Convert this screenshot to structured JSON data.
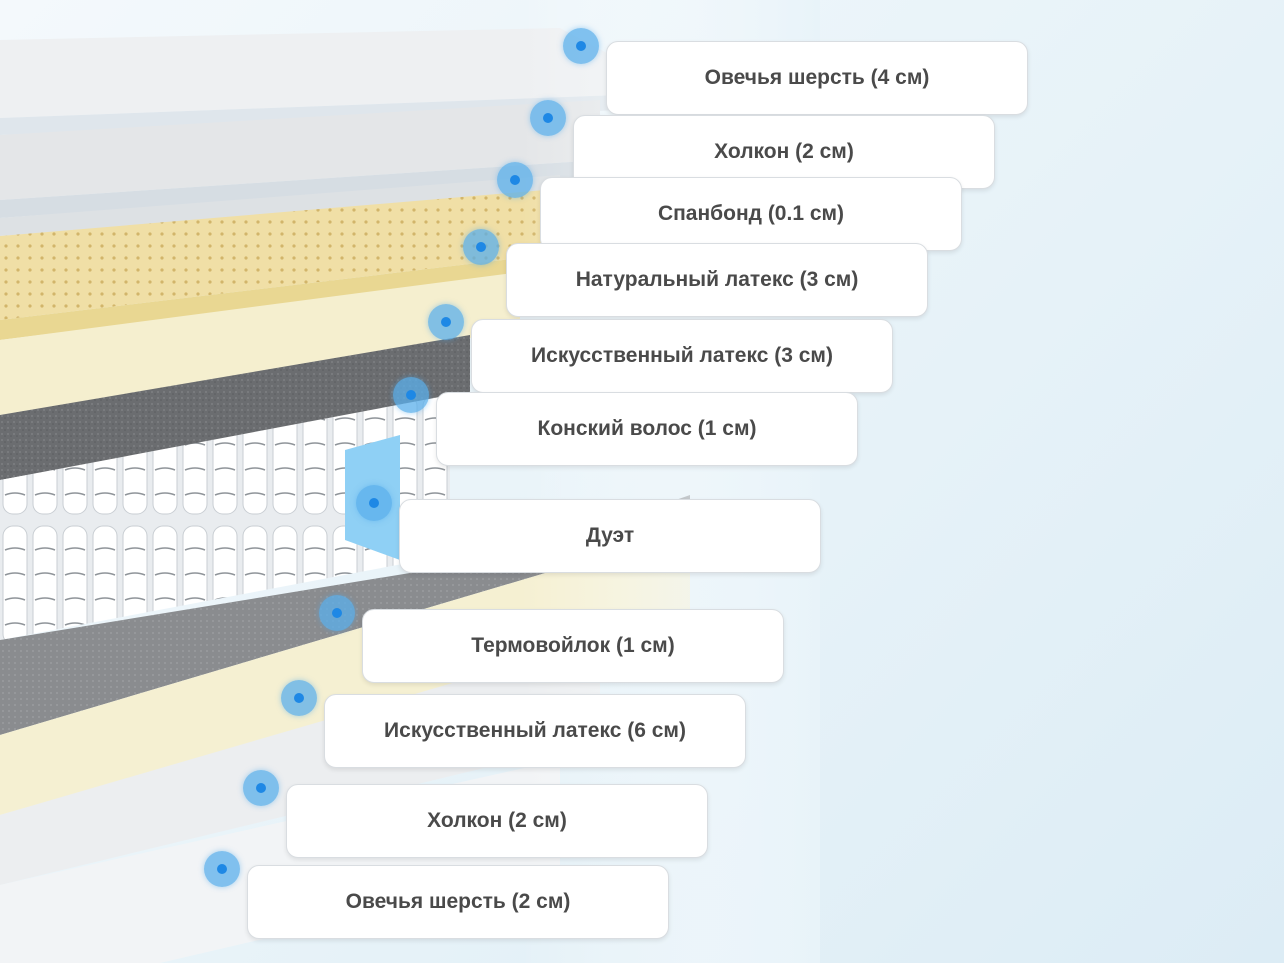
{
  "layers": [
    {
      "label": "Овечья шерсть (4 см)"
    },
    {
      "label": "Холкон (2 см)"
    },
    {
      "label": "Спанбонд (0.1 см)"
    },
    {
      "label": "Натуральный латекс (3 см)"
    },
    {
      "label": "Искусственный латекс (3 см)"
    },
    {
      "label": "Конский волос (1 см)"
    },
    {
      "label": "Дуэт"
    },
    {
      "label": "Термовойлок (1 см)"
    },
    {
      "label": "Искусственный латекс (6 см)"
    },
    {
      "label": "Холкон (2 см)"
    },
    {
      "label": "Овечья шерсть (2 см)"
    }
  ],
  "colors": {
    "marker": "#1e88e5",
    "label_bg": "#ffffff",
    "label_text": "#4a4a4a"
  }
}
